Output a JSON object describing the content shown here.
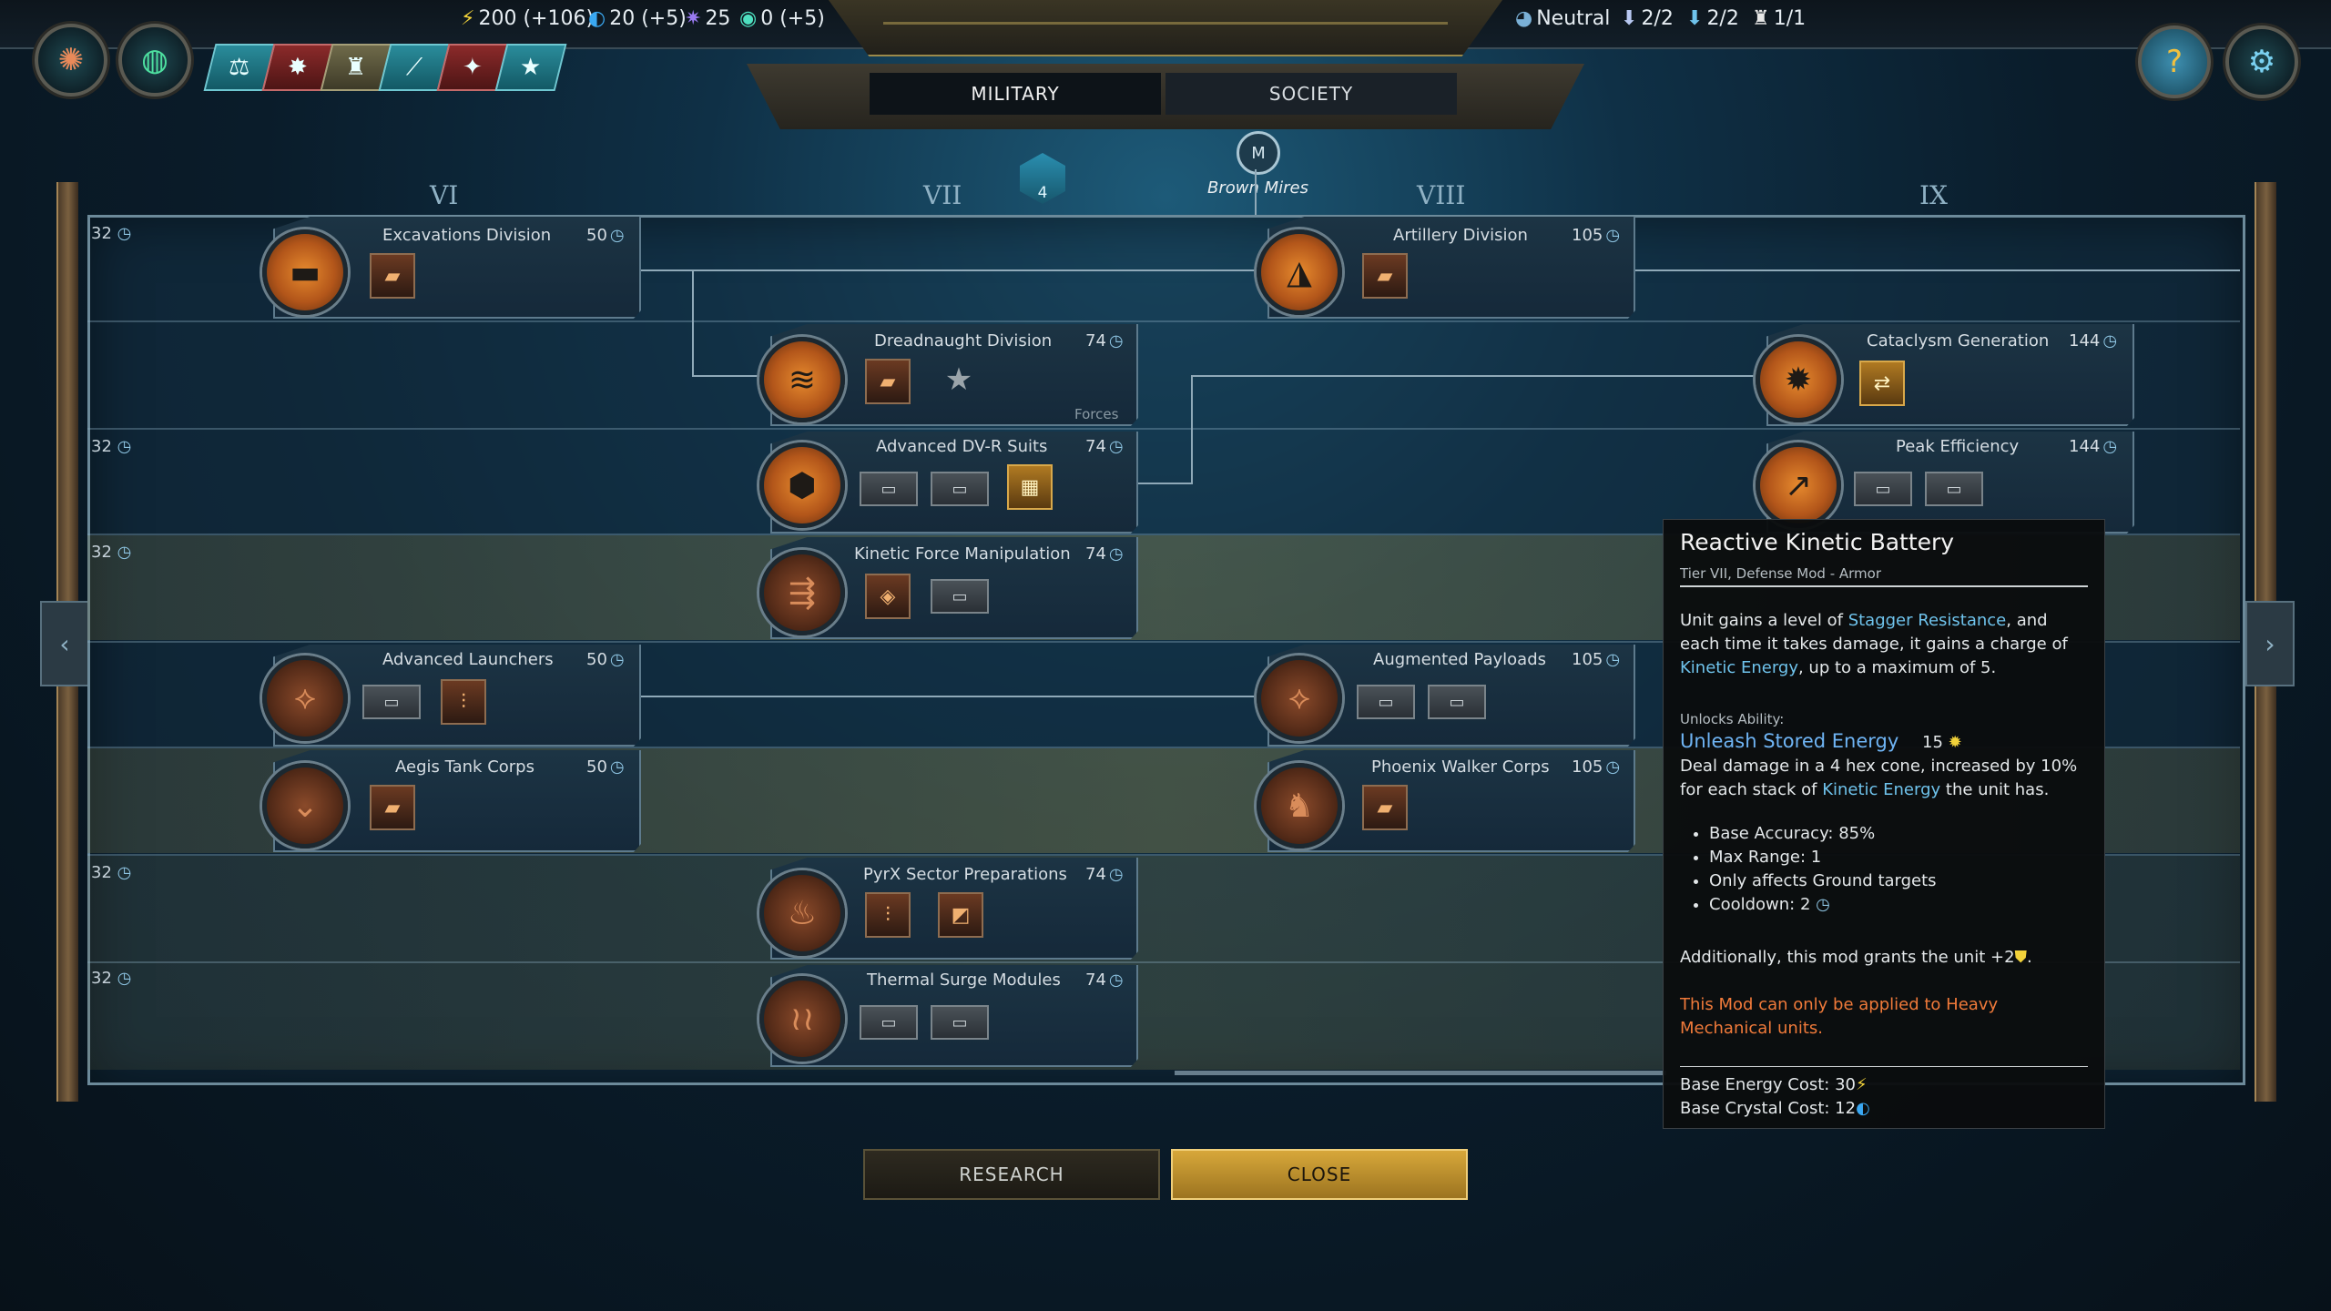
{
  "resources": {
    "energy": "200 (+106)",
    "crystal": "20 (+5)",
    "research": "25",
    "influence": "0 (+5)",
    "stance": "Neutral",
    "slot_a": "2/2",
    "slot_b": "2/2",
    "slot_c": "1/1"
  },
  "tabs": [
    "MILITARY",
    "SOCIETY"
  ],
  "tiers": [
    "VI",
    "VII",
    "VIII",
    "IX"
  ],
  "tier_marker": "4",
  "location": "Brown Mires",
  "row_edge_cost": "32",
  "nodes": {
    "excavations": {
      "name": "Excavations Division",
      "cost": "50"
    },
    "artillery": {
      "name": "Artillery Division",
      "cost": "105"
    },
    "dreadnaught": {
      "name": "Dreadnaught Division",
      "cost": "74",
      "tag": "Forces"
    },
    "cataclysm": {
      "name": "Cataclysm Generation",
      "cost": "144"
    },
    "dvr": {
      "name": "Advanced DV-R Suits",
      "cost": "74"
    },
    "peak": {
      "name": "Peak Efficiency",
      "cost": "144"
    },
    "kinetic": {
      "name": "Kinetic Force Manipulation",
      "cost": "74"
    },
    "launchers": {
      "name": "Advanced Launchers",
      "cost": "50"
    },
    "payloads": {
      "name": "Augmented Payloads",
      "cost": "105"
    },
    "aegis": {
      "name": "Aegis Tank Corps",
      "cost": "50"
    },
    "phoenix": {
      "name": "Phoenix Walker Corps",
      "cost": "105"
    },
    "pyrx": {
      "name": "PyrX Sector Preparations",
      "cost": "74"
    },
    "thermal": {
      "name": "Thermal Surge Modules",
      "cost": "74"
    }
  },
  "tooltip": {
    "title": "Reactive Kinetic Battery",
    "subtitle": "Tier VII, Defense Mod - Armor",
    "desc_1": "Unit gains a level of ",
    "desc_hl1": "Stagger Resistance",
    "desc_2": ", and each time it takes damage, it gains a charge of ",
    "desc_hl2": "Kinetic Energy",
    "desc_3": ", up to a maximum of 5.",
    "unlocks_label": "Unlocks Ability:",
    "ability_name": "Unleash Stored Energy",
    "ability_cost": "15",
    "ability_desc_1": "Deal damage in a 4 hex cone, increased by 10% for each stack of ",
    "ability_desc_hl": "Kinetic Energy",
    "ability_desc_2": " the unit has.",
    "bullets": [
      "Base Accuracy: 85%",
      "Max Range: 1",
      "Only affects Ground targets",
      "Cooldown: 2"
    ],
    "additional": "Additionally, this mod grants the unit +2",
    "warning": "This Mod can only be applied to Heavy Mechanical units.",
    "energy_cost": "Base Energy Cost: 30",
    "crystal_cost": "Base Crystal Cost: 12"
  },
  "buttons": {
    "research": "RESEARCH",
    "close": "CLOSE"
  },
  "colors": {
    "accent_orange": "#e68a2e",
    "close_gold": "#d7a73a",
    "link_blue": "#6fc3ec",
    "warning": "#f07a3a"
  }
}
